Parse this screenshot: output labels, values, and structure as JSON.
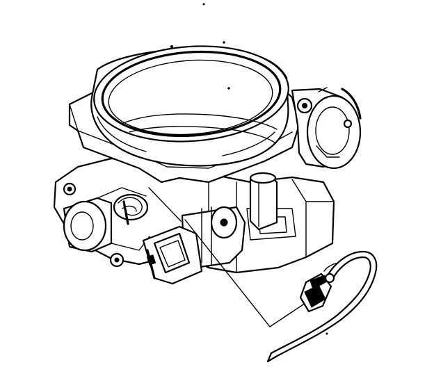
{
  "figure": {
    "subject": "throttle-body-assembly",
    "components": [
      "throttle-bore",
      "mounting-flange",
      "iac-valve",
      "tps-sensor",
      "electrical-connector",
      "wiring-harness-pigtail",
      "throttle-shaft-pivot",
      "throttle-linkage-cam"
    ],
    "ink_color": "#000000",
    "background_color": "#ffffff"
  }
}
